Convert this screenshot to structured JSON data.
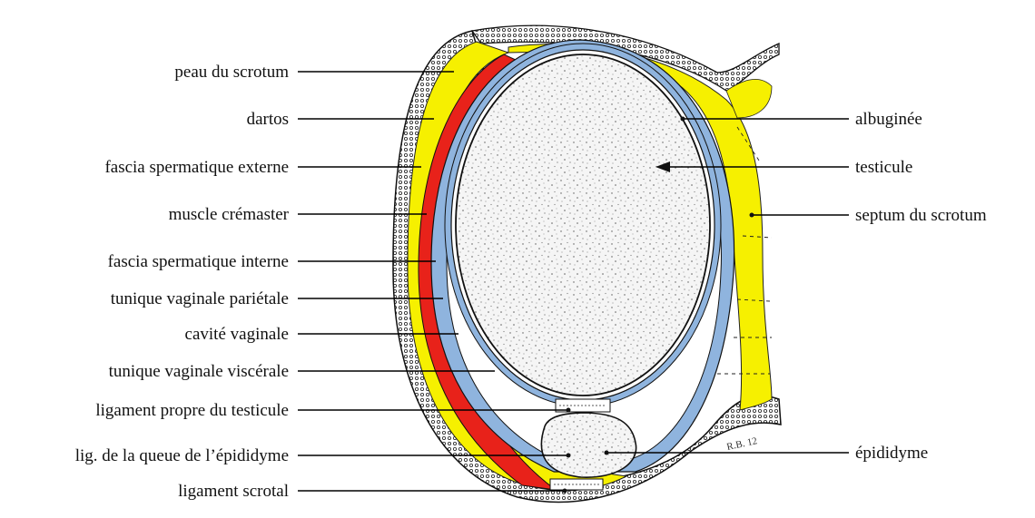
{
  "diagram": {
    "labels_left": [
      "peau du scrotum",
      "dartos",
      "fascia spermatique externe",
      "muscle crémaster",
      "fascia spermatique interne",
      "tunique vaginale pariétale",
      "cavité vaginale",
      "tunique vaginale viscérale",
      "ligament propre du testicule",
      "lig. de la queue de l’épididyme",
      "ligament scrotal"
    ],
    "labels_right": [
      "albuginée",
      "testicule",
      "septum du scrotum",
      "épididyme"
    ],
    "signature": "R.B. 12",
    "colors": {
      "skin_yellow": "#f6f000",
      "cremaster_red": "#e8221a",
      "tunica_blue": "#8fb4de",
      "parenchyma": "#f4f4f4",
      "outline": "#111111"
    }
  }
}
